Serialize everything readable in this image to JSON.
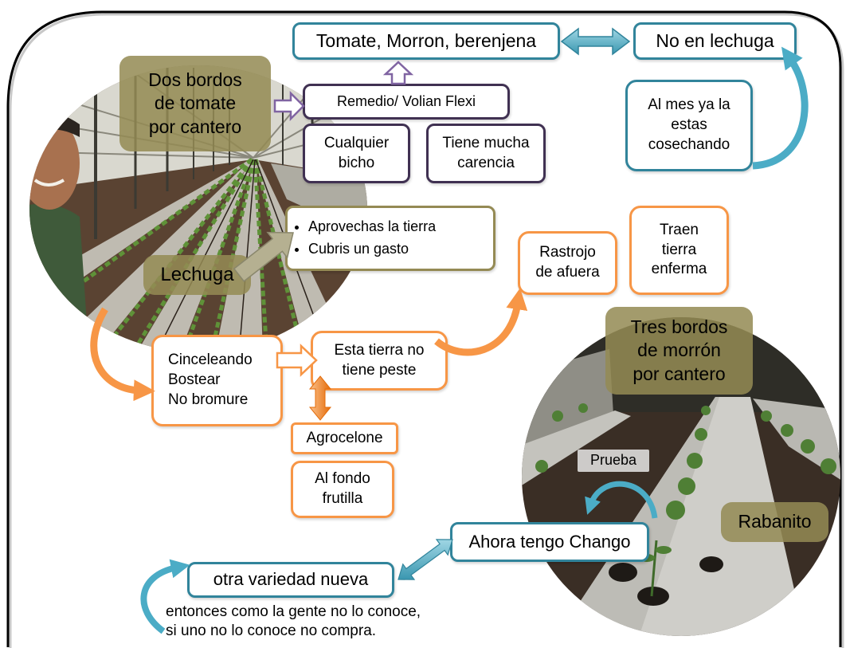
{
  "slide": {
    "colors": {
      "teal_border": "#31849B",
      "teal_fill": "#4BACC6",
      "purple_border": "#403152",
      "purple_arrow": "#8064A2",
      "orange": "#F79646",
      "olive": "#948A54",
      "frame": "#000000"
    }
  },
  "nodes": {
    "tomate_morron": {
      "lines": [
        "Tomate, Morron, berenjena"
      ]
    },
    "no_lechuga": {
      "lines": [
        "No en lechuga"
      ]
    },
    "al_mes": {
      "lines": [
        "Al mes ya la",
        "estas",
        "cosechando"
      ]
    },
    "dos_bordos": {
      "lines": [
        "Dos bordos",
        "de tomate",
        "por cantero"
      ]
    },
    "remedio": {
      "lines": [
        "Remedio/ Volian Flexi"
      ]
    },
    "cualquier_bicho": {
      "lines": [
        "Cualquier",
        "bicho"
      ]
    },
    "tiene_carencia": {
      "lines": [
        "Tiene mucha",
        "carencia"
      ]
    },
    "aprovechas": {
      "bullets": [
        "Aprovechas la tierra",
        "Cubris un gasto"
      ]
    },
    "lechuga": {
      "lines": [
        "Lechuga"
      ]
    },
    "rastrojo": {
      "lines": [
        "Rastrojo",
        "de afuera"
      ]
    },
    "traen_tierra": {
      "lines": [
        "Traen",
        "tierra",
        "enferma"
      ]
    },
    "cinceleando": {
      "lines": [
        "Cinceleando",
        "Bostear",
        "No bromure"
      ]
    },
    "esta_tierra": {
      "lines": [
        "Esta tierra no",
        "tiene peste"
      ]
    },
    "agrocelone": {
      "lines": [
        "Agrocelone"
      ]
    },
    "al_fondo": {
      "lines": [
        "Al fondo",
        "frutilla"
      ]
    },
    "tres_bordos": {
      "lines": [
        "Tres bordos",
        "de morrón",
        "por cantero"
      ]
    },
    "prueba": {
      "lines": [
        "Prueba"
      ]
    },
    "rabanito": {
      "lines": [
        "Rabanito"
      ]
    },
    "ahora_chango": {
      "lines": [
        "Ahora tengo Chango"
      ]
    },
    "otra_variedad": {
      "lines": [
        "otra variedad nueva"
      ]
    },
    "entonces": {
      "lines": [
        "entonces como la gente no lo conoce,",
        "si uno no lo conoce no compra."
      ]
    }
  }
}
